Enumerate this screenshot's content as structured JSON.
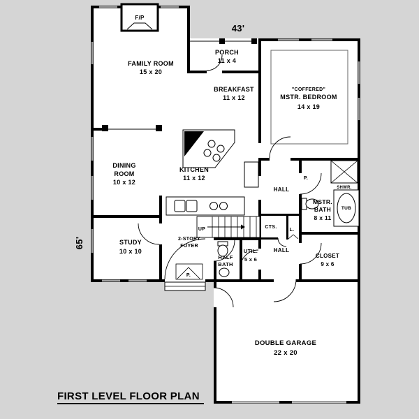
{
  "plan": {
    "title": "FIRST LEVEL FLOOR PLAN",
    "width_dim": "43'",
    "depth_dim": "65'"
  },
  "colors": {
    "background": "#d5d5d5",
    "floor": "#ffffff",
    "walls": "#000000"
  },
  "rooms": {
    "family": {
      "name": "FAMILY ROOM",
      "size": "15 x 20"
    },
    "porch": {
      "name": "PORCH",
      "size": "11 x 4"
    },
    "breakfast": {
      "name": "BREAKFAST",
      "size": "11 x 12"
    },
    "master_bedroom": {
      "note": "\"COFFERED\"",
      "name": "MSTR. BEDROOM",
      "size": "14 x 19"
    },
    "dining": {
      "line1": "DINING",
      "line2": "ROOM",
      "size": "10 x 12"
    },
    "kitchen": {
      "name": "KITCHEN",
      "size": "11 x 12"
    },
    "hall_upper": {
      "name": "HALL"
    },
    "master_bath": {
      "line1": "MSTR.",
      "line2": "BATH",
      "size": "8 x 11"
    },
    "study": {
      "name": "STUDY",
      "size": "10 x 10"
    },
    "foyer": {
      "line1": "2-STORY",
      "line2": "FOYER"
    },
    "half_bath": {
      "line1": "HALF",
      "line2": "BATH"
    },
    "utility": {
      "name": "UTIL.",
      "size": "5 x 6"
    },
    "hall_lower": {
      "name": "HALL"
    },
    "closet": {
      "name": "CLOSET",
      "size": "9 x 6"
    },
    "garage": {
      "name": "DOUBLE GARAGE",
      "size": "22 x 20"
    }
  },
  "annotations": {
    "fireplace": "F/P",
    "stairs_up": "UP",
    "stairs_closet": "CTS.",
    "shower": "SHWR.",
    "tub": "TUB",
    "pantry": "P.",
    "linen": "L.",
    "foyer_closet": "P."
  }
}
